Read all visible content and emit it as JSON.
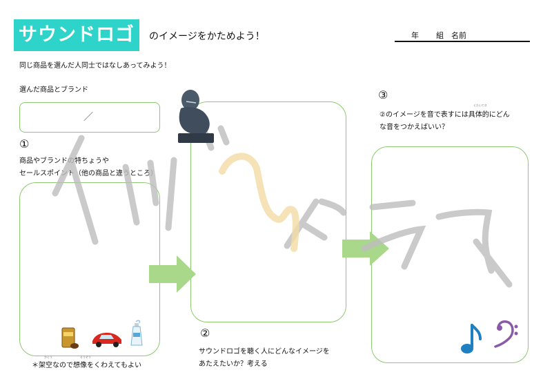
{
  "header": {
    "badge": "サウンドロゴ",
    "title_rest": "のイメージをかためよう！",
    "grade": "年",
    "class": "組",
    "name": "名前"
  },
  "instruction": "同じ商品を選んだ人同士ではなしあってみよう！",
  "product": {
    "label": "選んだ商品とブランド",
    "separator": "／"
  },
  "step1": {
    "number": "①",
    "line1": "商品やブランドの特ちょうや",
    "line2": "セールスポイント（他の商品と違うところ）",
    "note": "＊架空なので想像をくわえてもよい",
    "ruby_kakuu": "かくう",
    "ruby_souzou": "そうぞう"
  },
  "step2": {
    "number": "②",
    "line1": "サウンドロゴを聴く人にどんなイメージを",
    "line2": "あたえたいか？考える"
  },
  "step3": {
    "number": "③",
    "line1": "②のイメージを音で表すには具体的にどん",
    "line2": "な音をつかえばいい？",
    "ruby_gutaiteki": "ぐたいてき"
  },
  "colors": {
    "badge": "#2ed3c9",
    "box_border": "#8cc870",
    "arrow": "#a9d88b",
    "watermark": "#bdbdbd",
    "watermark_accent": "#f2dba5",
    "note_icon": "#1f7fc0",
    "clef_icon": "#8a5aa6"
  },
  "icons": [
    "thinker-statue-icon",
    "curry-box-icon",
    "red-car-icon",
    "toothpaste-icon",
    "music-note-icon",
    "bass-clef-icon"
  ]
}
